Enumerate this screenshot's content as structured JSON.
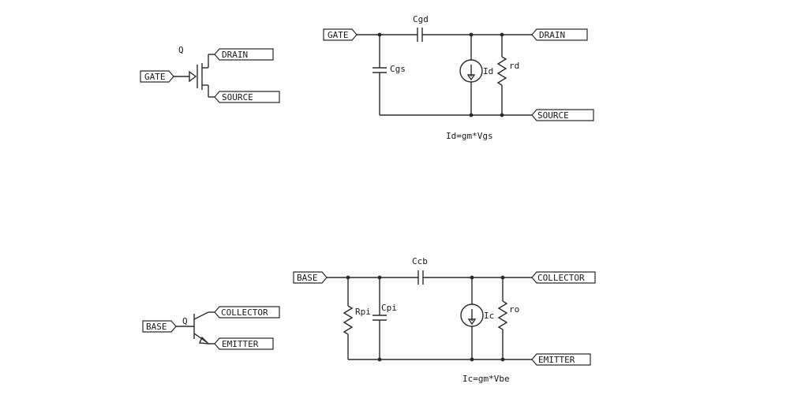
{
  "mosfet": {
    "symbol": {
      "device": "Q",
      "gate": "GATE",
      "drain": "DRAIN",
      "source": "SOURCE"
    },
    "model": {
      "gate": "GATE",
      "drain": "DRAIN",
      "source": "SOURCE",
      "cgd": "Cgd",
      "cgs": "Cgs",
      "id": "Id",
      "rd": "rd",
      "equation": "Id=gm*Vgs"
    }
  },
  "bjt": {
    "symbol": {
      "device": "Q",
      "base": "BASE",
      "collector": "COLLECTOR",
      "emitter": "EMITTER"
    },
    "model": {
      "base": "BASE",
      "collector": "COLLECTOR",
      "emitter": "EMITTER",
      "ccb": "Ccb",
      "rpi": "Rpi",
      "cpi": "Cpi",
      "ic": "Ic",
      "ro": "ro",
      "equation": "Ic=gm*Vbe"
    }
  },
  "colors": {
    "line": "#2a2a2a",
    "text": "#1a1a1a",
    "background": "#ffffff"
  }
}
